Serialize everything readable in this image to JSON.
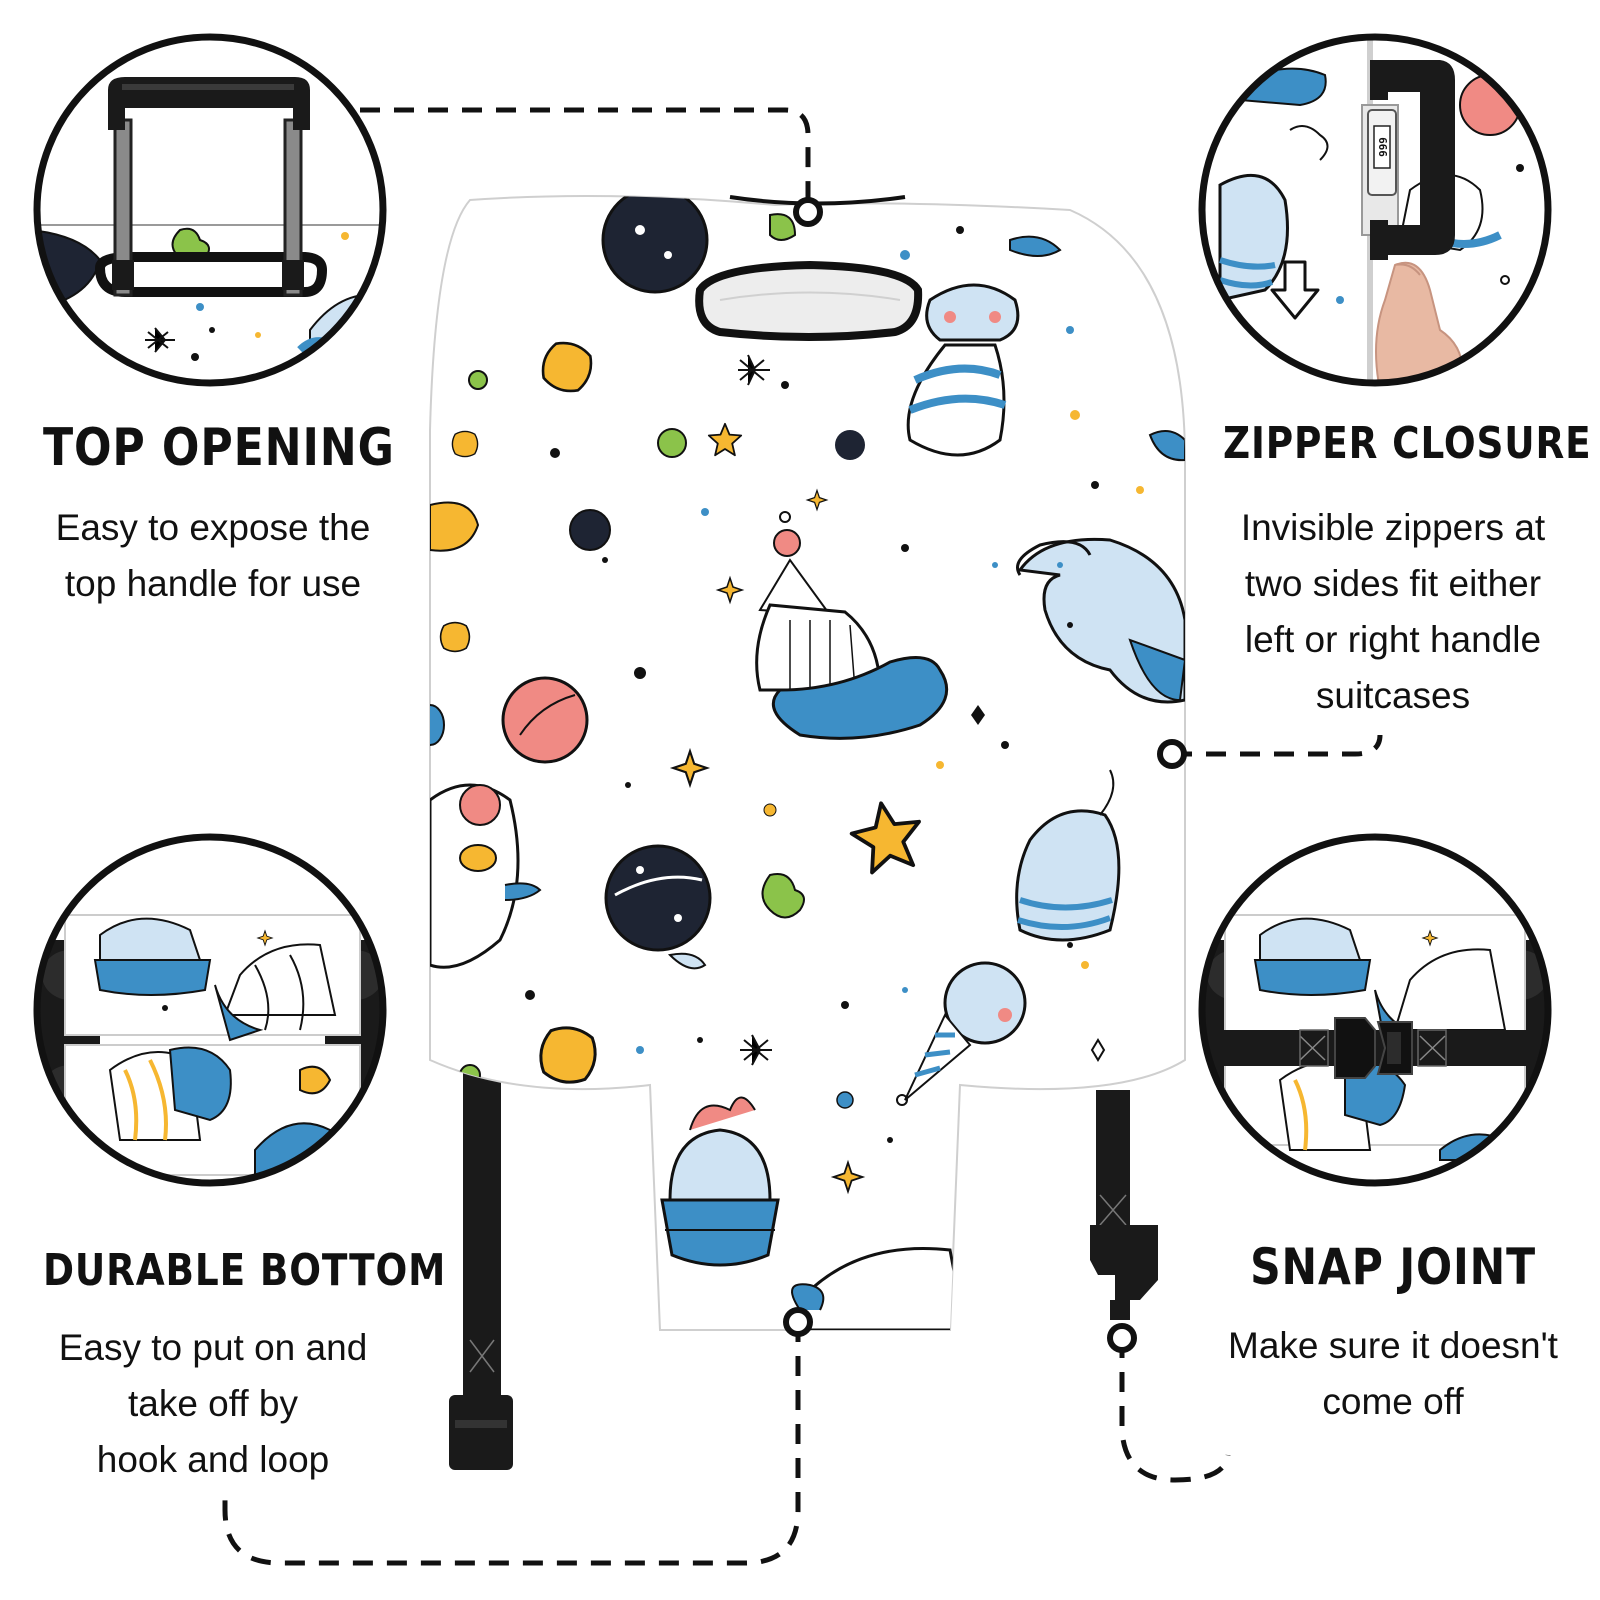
{
  "features": {
    "top_opening": {
      "title": "TOP OPENING",
      "desc": [
        "Easy to expose the",
        "top handle for use"
      ]
    },
    "zipper_closure": {
      "title": "ZIPPER CLOSURE",
      "desc": [
        "Invisible zippers at",
        "two sides fit either",
        "left or right handle",
        "suitcases"
      ]
    },
    "durable_bottom": {
      "title": "DURABLE BOTTOM",
      "desc": [
        "Easy to put on and",
        "take off by",
        "hook and loop"
      ]
    },
    "snap_joint": {
      "title": "SNAP JOINT",
      "desc": [
        "Make sure it doesn't",
        "come off"
      ]
    }
  },
  "lock_dial_text": "666",
  "colors": {
    "outline": "#111111",
    "cover_fill": "#ffffff",
    "accent_blue": "#3d8fc6",
    "light_blue": "#cfe3f3",
    "yellow": "#f6b731",
    "green": "#8bc34a",
    "pink": "#f08a84",
    "navy": "#1e2433",
    "strap": "#1a1a1a"
  },
  "icons": [
    "trolley-handle-icon",
    "side-handle-icon",
    "wheel-icon",
    "buckle-icon",
    "arrow-down-icon"
  ]
}
